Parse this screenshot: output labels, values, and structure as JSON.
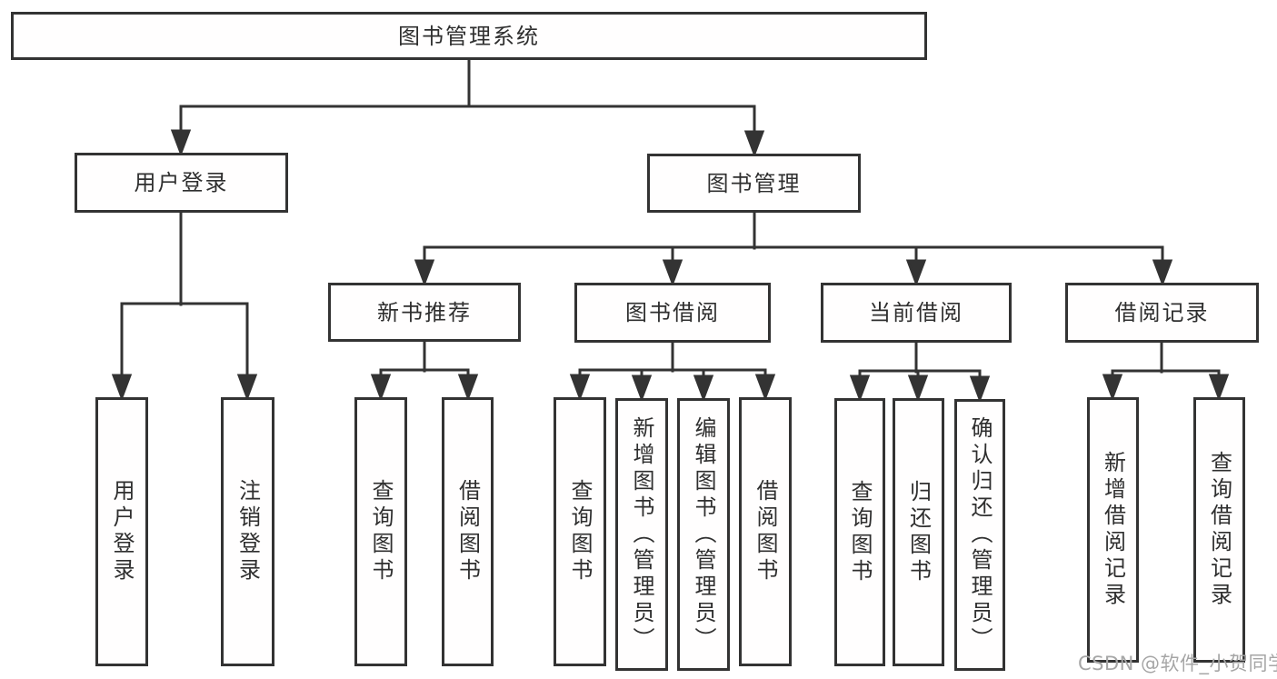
{
  "tree": {
    "root": "图书管理系统",
    "branches": [
      {
        "label": "用户登录",
        "children": [
          "用户登录",
          "注销登录"
        ]
      },
      {
        "label": "图书管理",
        "groups": [
          {
            "label": "新书推荐",
            "children": [
              "查询图书",
              "借阅图书"
            ]
          },
          {
            "label": "图书借阅",
            "children": [
              "查询图书",
              "新增图书（管理员）",
              "编辑图书（管理员）",
              "借阅图书"
            ]
          },
          {
            "label": "当前借阅",
            "children": [
              "查询图书",
              "归还图书",
              "确认归还（管理员）"
            ]
          },
          {
            "label": "借阅记录",
            "children": [
              "新增借阅记录",
              "查询借阅记录"
            ]
          }
        ]
      }
    ]
  },
  "watermark": "CSDN @软件_小贺同学",
  "colors": {
    "line": "#333333",
    "text": "#2f2f2f",
    "watermark": "#a6a6a6",
    "bg": "#ffffff"
  }
}
